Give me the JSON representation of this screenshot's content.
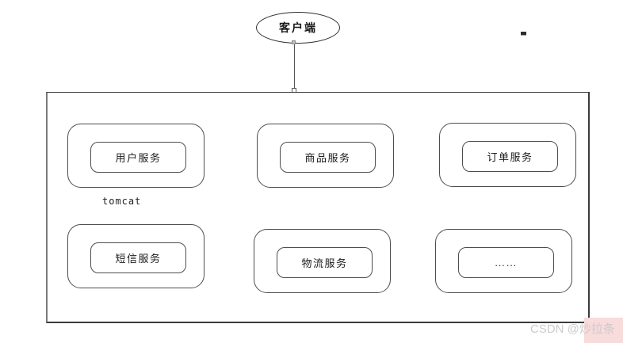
{
  "diagram": {
    "client": {
      "label": "客户端"
    },
    "container": {
      "runtime_label": "tomcat",
      "services": [
        {
          "label": "用户服务"
        },
        {
          "label": "商品服务"
        },
        {
          "label": "订单服务"
        },
        {
          "label": "短信服务"
        },
        {
          "label": "物流服务"
        },
        {
          "label": "……"
        }
      ]
    }
  },
  "watermark": {
    "text": "CSDN @炒拉条",
    "text_color": "#cbcbcb",
    "badge_color": "#f8dbdb"
  },
  "colors": {
    "background": "#ffffff",
    "shape_border": "#4d4d4d",
    "container_border": "#3a3a3a",
    "connector_line": "#555555"
  }
}
